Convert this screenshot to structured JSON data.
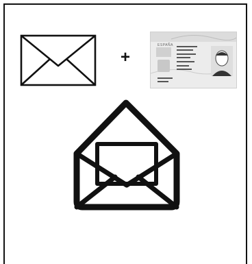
{
  "items": {
    "closed_envelope_icon": "envelope-closed",
    "plus_sign": "+",
    "id_card": {
      "icon": "spanish-id-card",
      "country_text": "ESPAÑA"
    },
    "open_envelope_icon": "envelope-open"
  },
  "colors": {
    "stroke": "#111111",
    "background": "#ffffff",
    "card": "#e9e9e9"
  }
}
